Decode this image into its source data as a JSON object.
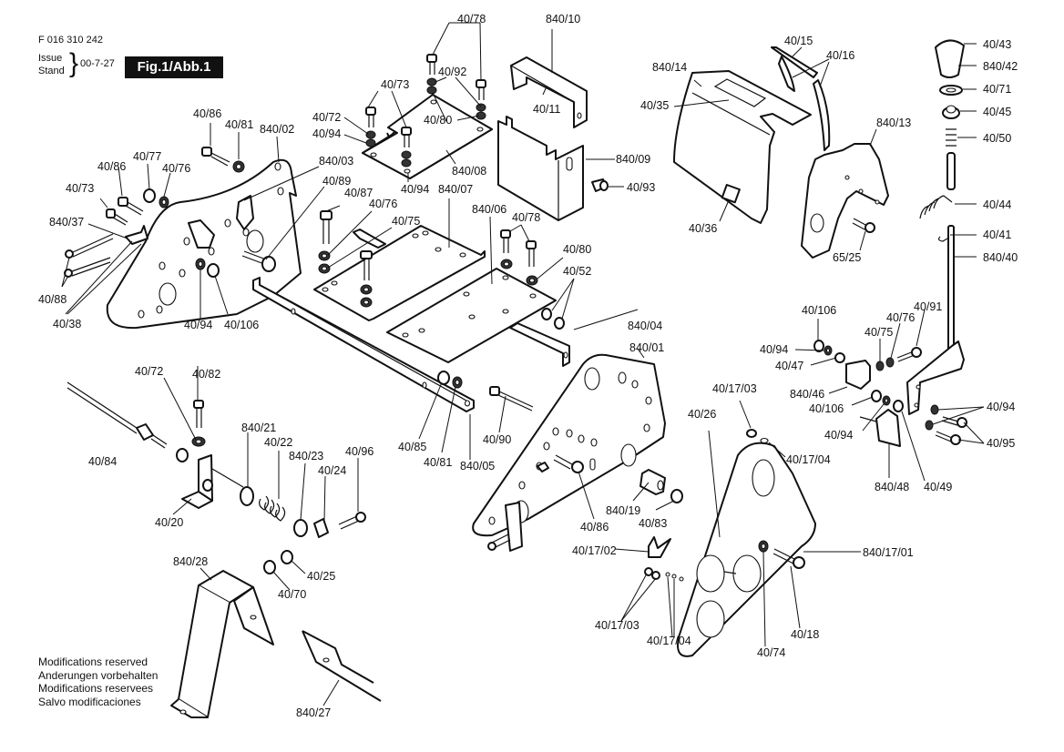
{
  "header": {
    "document_number": "F 016 310 242",
    "issue_label": "Issue",
    "stand_label": "Stand",
    "issue_date": "00-7-27",
    "figure_badge": "Fig.1/Abb.1"
  },
  "notes": [
    "Modifications reserved",
    "Anderungen vorbehalten",
    "Modifications reservees",
    "Salvo modificaciones"
  ],
  "callouts": [
    {
      "id": "40/86",
      "group": "left-plate"
    },
    {
      "id": "40/81",
      "group": "left-plate"
    },
    {
      "id": "840/02",
      "group": "left-plate"
    },
    {
      "id": "840/03",
      "group": "left-plate"
    },
    {
      "id": "40/89",
      "group": "left-plate"
    },
    {
      "id": "40/77",
      "group": "left-plate"
    },
    {
      "id": "40/76",
      "group": "left-plate"
    },
    {
      "id": "40/86",
      "group": "left-plate"
    },
    {
      "id": "40/73",
      "group": "left-plate"
    },
    {
      "id": "840/37",
      "group": "left-plate"
    },
    {
      "id": "40/88",
      "group": "left-plate"
    },
    {
      "id": "40/38",
      "group": "left-plate"
    },
    {
      "id": "40/94",
      "group": "left-plate"
    },
    {
      "id": "40/106",
      "group": "left-plate"
    },
    {
      "id": "40/78",
      "group": "top-plate"
    },
    {
      "id": "40/92",
      "group": "top-plate"
    },
    {
      "id": "40/73",
      "group": "top-plate"
    },
    {
      "id": "40/72",
      "group": "top-plate"
    },
    {
      "id": "40/94",
      "group": "top-plate"
    },
    {
      "id": "40/80",
      "group": "top-plate"
    },
    {
      "id": "840/08",
      "group": "top-plate"
    },
    {
      "id": "40/94",
      "group": "top-plate"
    },
    {
      "id": "840/10",
      "group": "box"
    },
    {
      "id": "40/11",
      "group": "box"
    },
    {
      "id": "840/09",
      "group": "box"
    },
    {
      "id": "40/93",
      "group": "box"
    },
    {
      "id": "840/07",
      "group": "middle-plates"
    },
    {
      "id": "40/87",
      "group": "middle-plates"
    },
    {
      "id": "40/76",
      "group": "middle-plates"
    },
    {
      "id": "40/75",
      "group": "middle-plates"
    },
    {
      "id": "840/06",
      "group": "middle-plates"
    },
    {
      "id": "40/78",
      "group": "middle-plates"
    },
    {
      "id": "40/80",
      "group": "middle-plates"
    },
    {
      "id": "40/52",
      "group": "middle-plates"
    },
    {
      "id": "840/14",
      "group": "cover"
    },
    {
      "id": "40/35",
      "group": "cover"
    },
    {
      "id": "40/15",
      "group": "cover"
    },
    {
      "id": "40/16",
      "group": "cover"
    },
    {
      "id": "840/13",
      "group": "cover"
    },
    {
      "id": "40/36",
      "group": "cover"
    },
    {
      "id": "65/25",
      "group": "cover"
    },
    {
      "id": "40/43",
      "group": "lever"
    },
    {
      "id": "840/42",
      "group": "lever"
    },
    {
      "id": "40/71",
      "group": "lever"
    },
    {
      "id": "40/45",
      "group": "lever"
    },
    {
      "id": "40/50",
      "group": "lever"
    },
    {
      "id": "40/44",
      "group": "lever"
    },
    {
      "id": "40/41",
      "group": "lever"
    },
    {
      "id": "840/40",
      "group": "lever"
    },
    {
      "id": "840/04",
      "group": "frame"
    },
    {
      "id": "840/01",
      "group": "frame"
    },
    {
      "id": "40/85",
      "group": "frame"
    },
    {
      "id": "40/81",
      "group": "frame"
    },
    {
      "id": "840/05",
      "group": "frame"
    },
    {
      "id": "40/90",
      "group": "frame"
    },
    {
      "id": "40/86",
      "group": "frame"
    },
    {
      "id": "840/19",
      "group": "frame"
    },
    {
      "id": "40/83",
      "group": "frame"
    },
    {
      "id": "40/106",
      "group": "lever-bracket"
    },
    {
      "id": "40/94",
      "group": "lever-bracket"
    },
    {
      "id": "40/47",
      "group": "lever-bracket"
    },
    {
      "id": "840/46",
      "group": "lever-bracket"
    },
    {
      "id": "40/75",
      "group": "lever-bracket"
    },
    {
      "id": "40/76",
      "group": "lever-bracket"
    },
    {
      "id": "40/91",
      "group": "lever-bracket"
    },
    {
      "id": "40/106",
      "group": "lever-bracket"
    },
    {
      "id": "40/94",
      "group": "lever-bracket"
    },
    {
      "id": "840/48",
      "group": "lever-bracket"
    },
    {
      "id": "40/49",
      "group": "lever-bracket"
    },
    {
      "id": "40/94",
      "group": "lever-bracket"
    },
    {
      "id": "40/95",
      "group": "lever-bracket"
    },
    {
      "id": "40/72",
      "group": "cable"
    },
    {
      "id": "40/82",
      "group": "cable"
    },
    {
      "id": "40/84",
      "group": "cable"
    },
    {
      "id": "40/20",
      "group": "cable"
    },
    {
      "id": "840/21",
      "group": "cable"
    },
    {
      "id": "40/22",
      "group": "cable"
    },
    {
      "id": "840/23",
      "group": "cable"
    },
    {
      "id": "40/24",
      "group": "cable"
    },
    {
      "id": "40/96",
      "group": "cable"
    },
    {
      "id": "40/25",
      "group": "cable"
    },
    {
      "id": "40/70",
      "group": "cable"
    },
    {
      "id": "840/28",
      "group": "brackets"
    },
    {
      "id": "840/27",
      "group": "brackets"
    },
    {
      "id": "40/26",
      "group": "belt-cover"
    },
    {
      "id": "40/17/03",
      "group": "belt-cover"
    },
    {
      "id": "40/17/04",
      "group": "belt-cover"
    },
    {
      "id": "40/17/02",
      "group": "belt-cover"
    },
    {
      "id": "40/17/03",
      "group": "belt-cover"
    },
    {
      "id": "40/17/04",
      "group": "belt-cover"
    },
    {
      "id": "840/17/01",
      "group": "belt-cover"
    },
    {
      "id": "40/18",
      "group": "belt-cover"
    },
    {
      "id": "40/74",
      "group": "belt-cover"
    }
  ]
}
